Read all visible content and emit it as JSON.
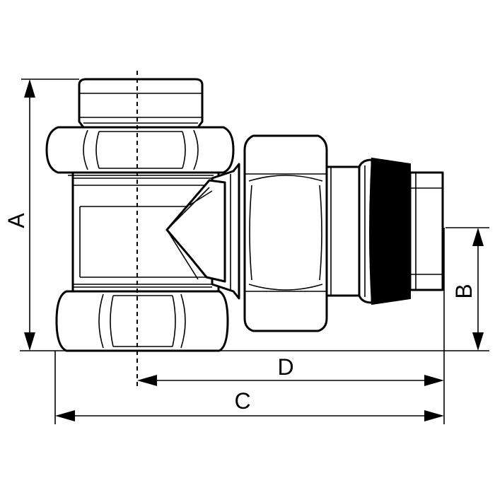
{
  "labels": {
    "a": "A",
    "b": "B",
    "c": "C",
    "d": "D"
  },
  "colors": {
    "line": "#000000",
    "background": "#ffffff",
    "seal_ring": "#000000"
  }
}
